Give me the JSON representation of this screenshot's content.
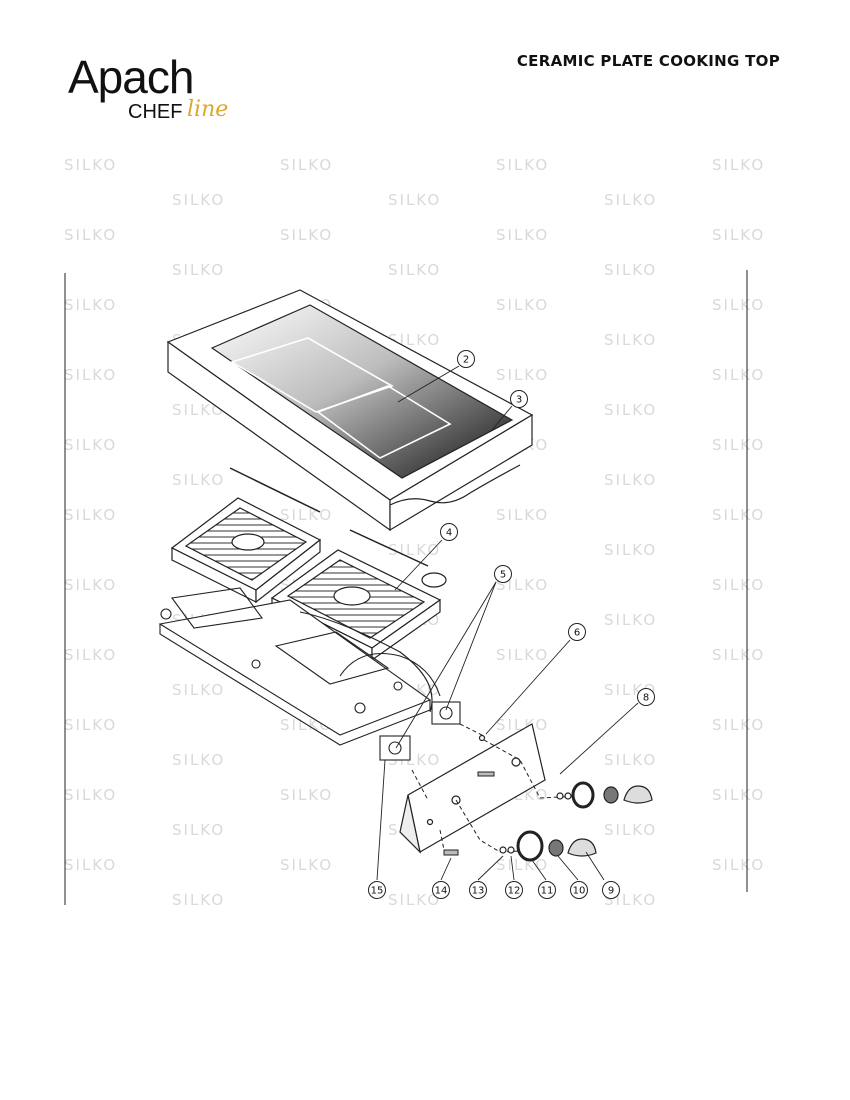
{
  "header": {
    "logo_brand": "Apach",
    "logo_sub": "CHEF",
    "logo_script": "line",
    "title": "CERAMIC PLATE COOKING TOP"
  },
  "watermark": {
    "text": "SILKO"
  },
  "callouts": [
    {
      "id": "c2",
      "label": "2"
    },
    {
      "id": "c3",
      "label": "3"
    },
    {
      "id": "c4",
      "label": "4"
    },
    {
      "id": "c5",
      "label": "5"
    },
    {
      "id": "c6",
      "label": "6"
    },
    {
      "id": "c8",
      "label": "8"
    },
    {
      "id": "c9",
      "label": "9"
    },
    {
      "id": "c10",
      "label": "10"
    },
    {
      "id": "c11",
      "label": "11"
    },
    {
      "id": "c12",
      "label": "12"
    },
    {
      "id": "c13",
      "label": "13"
    },
    {
      "id": "c14",
      "label": "14"
    },
    {
      "id": "c15",
      "label": "15"
    }
  ],
  "colors": {
    "brand_script": "#e0a62a",
    "ink": "#111111",
    "watermark": "#d9d9d9"
  }
}
